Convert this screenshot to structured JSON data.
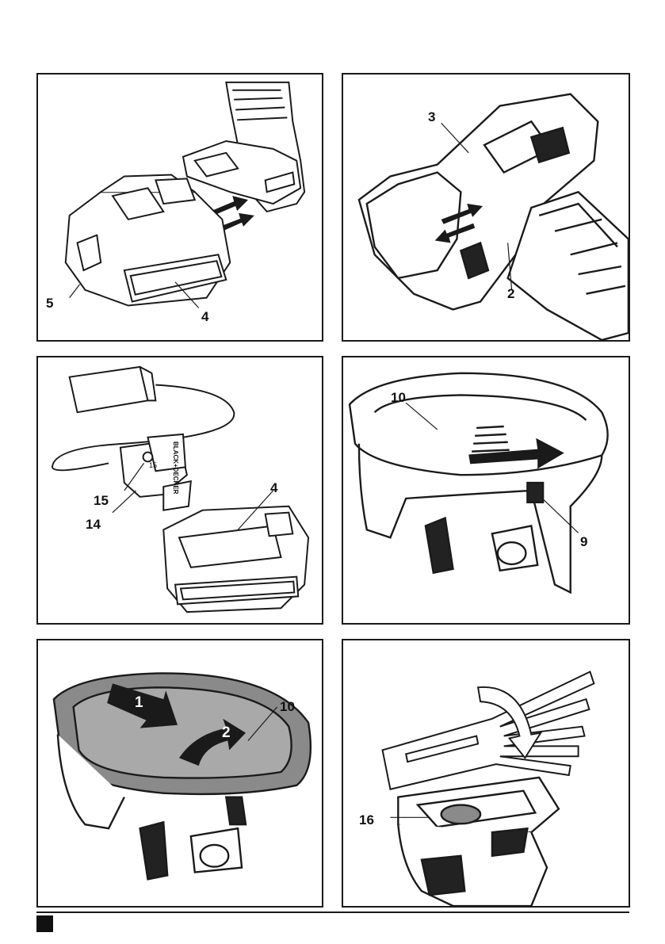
{
  "figures": [
    {
      "id": "fig-1",
      "callouts": [
        "5",
        "4"
      ]
    },
    {
      "id": "fig-2",
      "callouts": [
        "3",
        "2"
      ]
    },
    {
      "id": "fig-3",
      "callouts": [
        "15",
        "14",
        "4"
      ],
      "brand": "BLACK+DECKER",
      "charger_mark": "15"
    },
    {
      "id": "fig-4",
      "callouts": [
        "10",
        "9"
      ]
    },
    {
      "id": "fig-5",
      "callouts": [
        "10"
      ],
      "steps": [
        "1",
        "2"
      ]
    },
    {
      "id": "fig-6",
      "callouts": [
        "16"
      ]
    }
  ],
  "colors": {
    "line": "#1a1a1a",
    "fill_light": "#ffffff",
    "fill_grey": "#8a8a8a",
    "fill_dark": "#222222"
  }
}
